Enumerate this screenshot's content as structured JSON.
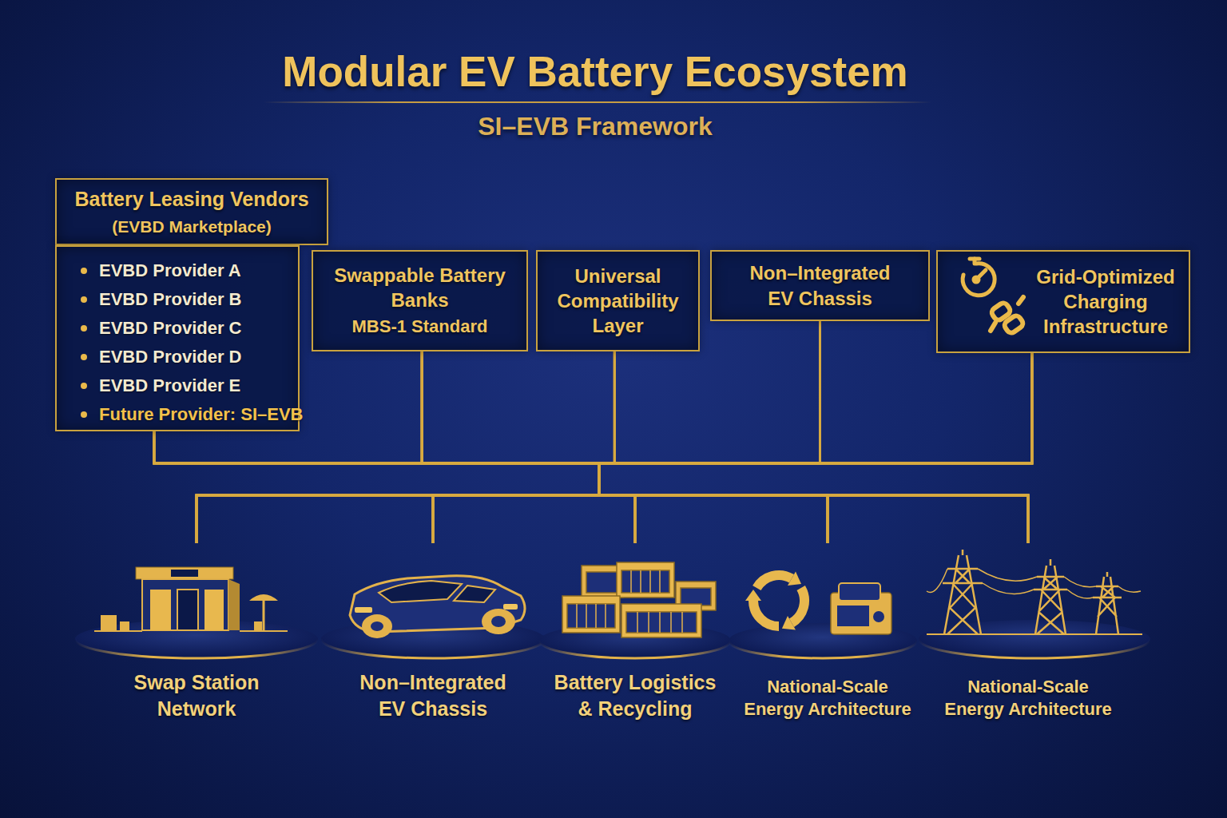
{
  "diagram": {
    "title": "Modular EV Battery Ecosystem",
    "nodes": [
      {
        "text": [
          "Battery Leasing Vendors",
          "(EVBD Marketplace)"
        ]
      },
      {
        "text": [
          "EVBD Provider A",
          "EVBD Provider B",
          "EVBD Provider C",
          "EVBD Provider D",
          "EVBD Provider E",
          "Future Provider: SI–EVB"
        ]
      },
      {
        "text": [
          "Swappable Battery Banks",
          "MBS-1 Standard"
        ]
      },
      {
        "text": [
          "Universal Compatibility Layer"
        ]
      },
      {
        "text": [
          "Non–Integrated EV Chassis"
        ]
      },
      {
        "text": [
          "Grid-Optimized Charging Infrastructure"
        ]
      },
      {
        "text": [
          "Swap Station Network"
        ]
      },
      {
        "text": [
          "Non–Integrated EV Chassis"
        ]
      },
      {
        "text": [
          "Battery Logistics & Recycling"
        ]
      },
      {
        "text": [
          "National-Scale Energy Architecture"
        ]
      },
      {
        "text": [
          "National-Scale Energy Architecture"
        ]
      }
    ],
    "edges": [
      {
        "from": 1,
        "to": 6,
        "arrow": "none"
      },
      {
        "from": 1,
        "to": 7,
        "arrow": "none"
      },
      {
        "from": 1,
        "to": 8,
        "arrow": "none"
      },
      {
        "from": 1,
        "to": 9,
        "arrow": "none"
      },
      {
        "from": 1,
        "to": 10,
        "arrow": "none"
      },
      {
        "from": 2,
        "to": 6,
        "arrow": "none"
      },
      {
        "from": 2,
        "to": 7,
        "arrow": "none"
      },
      {
        "from": 2,
        "to": 8,
        "arrow": "none"
      },
      {
        "from": 2,
        "to": 9,
        "arrow": "none"
      },
      {
        "from": 2,
        "to": 10,
        "arrow": "none"
      },
      {
        "from": 3,
        "to": 6,
        "arrow": "none"
      },
      {
        "from": 3,
        "to": 7,
        "arrow": "none"
      },
      {
        "from": 3,
        "to": 8,
        "arrow": "none"
      },
      {
        "from": 3,
        "to": 9,
        "arrow": "none"
      },
      {
        "from": 3,
        "to": 10,
        "arrow": "none"
      },
      {
        "from": 4,
        "to": 6,
        "arrow": "none"
      },
      {
        "from": 4,
        "to": 7,
        "arrow": "none"
      },
      {
        "from": 4,
        "to": 8,
        "arrow": "none"
      },
      {
        "from": 4,
        "to": 9,
        "arrow": "none"
      },
      {
        "from": 4,
        "to": 10,
        "arrow": "none"
      },
      {
        "from": 5,
        "to": 6,
        "arrow": "none"
      },
      {
        "from": 5,
        "to": 7,
        "arrow": "none"
      },
      {
        "from": 5,
        "to": 8,
        "arrow": "none"
      },
      {
        "from": 5,
        "to": 9,
        "arrow": "none"
      },
      {
        "from": 5,
        "to": 10,
        "arrow": "none"
      }
    ],
    "labels": [
      "SI–EVB Framework"
    ]
  }
}
